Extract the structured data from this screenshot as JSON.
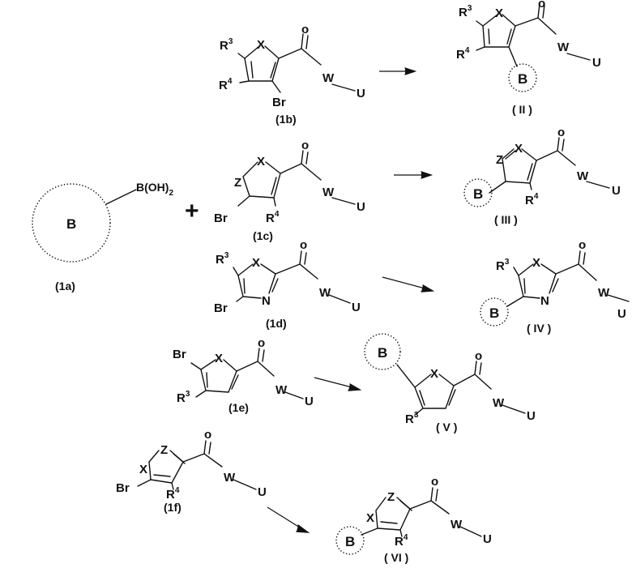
{
  "reagent": {
    "ring_label": "B",
    "group": "B(OH)",
    "group_subscript": "2",
    "id": "(1a)"
  },
  "plus": "+",
  "atoms": {
    "X": "X",
    "Z": "Z",
    "N": "N",
    "W": "W",
    "U": "U",
    "O": "o",
    "Br": "Br",
    "R": "R",
    "sup3": "3",
    "sup4": "4",
    "B": "B"
  },
  "reactants": [
    {
      "id": "(1b)"
    },
    {
      "id": "(1c)"
    },
    {
      "id": "(1d)"
    },
    {
      "id": "(1e)"
    },
    {
      "id": "(1f)"
    }
  ],
  "products": [
    {
      "id": "( II )"
    },
    {
      "id": "( III )"
    },
    {
      "id": "( IV )"
    },
    {
      "id": "( V )"
    },
    {
      "id": "( VI )"
    }
  ],
  "colors": {
    "ink": "#111111",
    "background": "#ffffff"
  }
}
